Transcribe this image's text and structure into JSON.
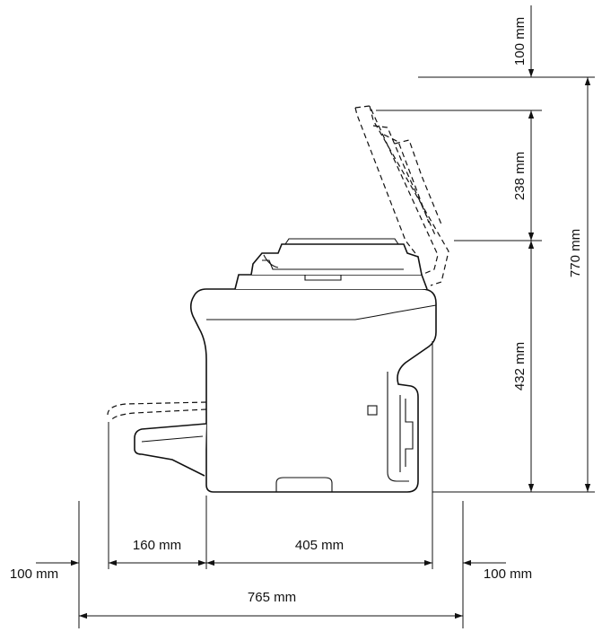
{
  "dimensions": {
    "top_clearance": "100 mm",
    "cover_height": "238 mm",
    "body_height": "432 mm",
    "total_height": "770 mm",
    "left_clearance": "100 mm",
    "tray_extension": "160 mm",
    "body_depth": "405 mm",
    "right_clearance": "100 mm",
    "total_depth": "765 mm"
  }
}
